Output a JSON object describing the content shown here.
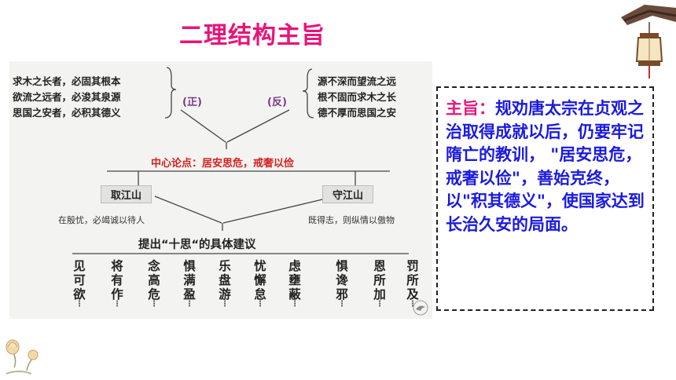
{
  "page": {
    "title": "二理结构主旨"
  },
  "diagram": {
    "left_lines": [
      "求木之长者，必固其根本",
      "欲流之远者，必浚其泉源",
      "思国之安者，必积其德义"
    ],
    "right_lines": [
      "源不深而望流之远",
      "根不固而求木之长",
      "德不厚而思国之安"
    ],
    "left_tag": "(正)",
    "right_tag": "(反)",
    "center_label": "中心论点：",
    "center_value": "居安思危，戒奢以俭",
    "left_box": "取江山",
    "right_box": "守江山",
    "left_note": "在殷忧，必竭诚以待人",
    "right_note": "既得志，则纵情以傲物",
    "proposal": "提出“十思“的具体建议",
    "columns": [
      "见可欲",
      "将有作",
      "念高危",
      "惧满盈",
      "乐盘游",
      "忧懈怠",
      "虑壅蔽",
      "惧谗邪",
      "恩所加",
      "罚所及"
    ],
    "dots": "⋮"
  },
  "summary": {
    "label": "主旨：",
    "text": "规劝唐太宗在贞观之治取得成就以后，仍要牢记隋亡的教训，  \"居安思危，戒奢以俭\"，善始克终，以\"积其德义\"，使国家达到长治久安的局面。"
  },
  "colors": {
    "title": "#e8147a",
    "label": "#e8147a",
    "text": "#1a1ae0",
    "center": "#d42020"
  },
  "decorations": [
    "lantern-icon",
    "lotus-icon",
    "bird-stamp-icon"
  ]
}
